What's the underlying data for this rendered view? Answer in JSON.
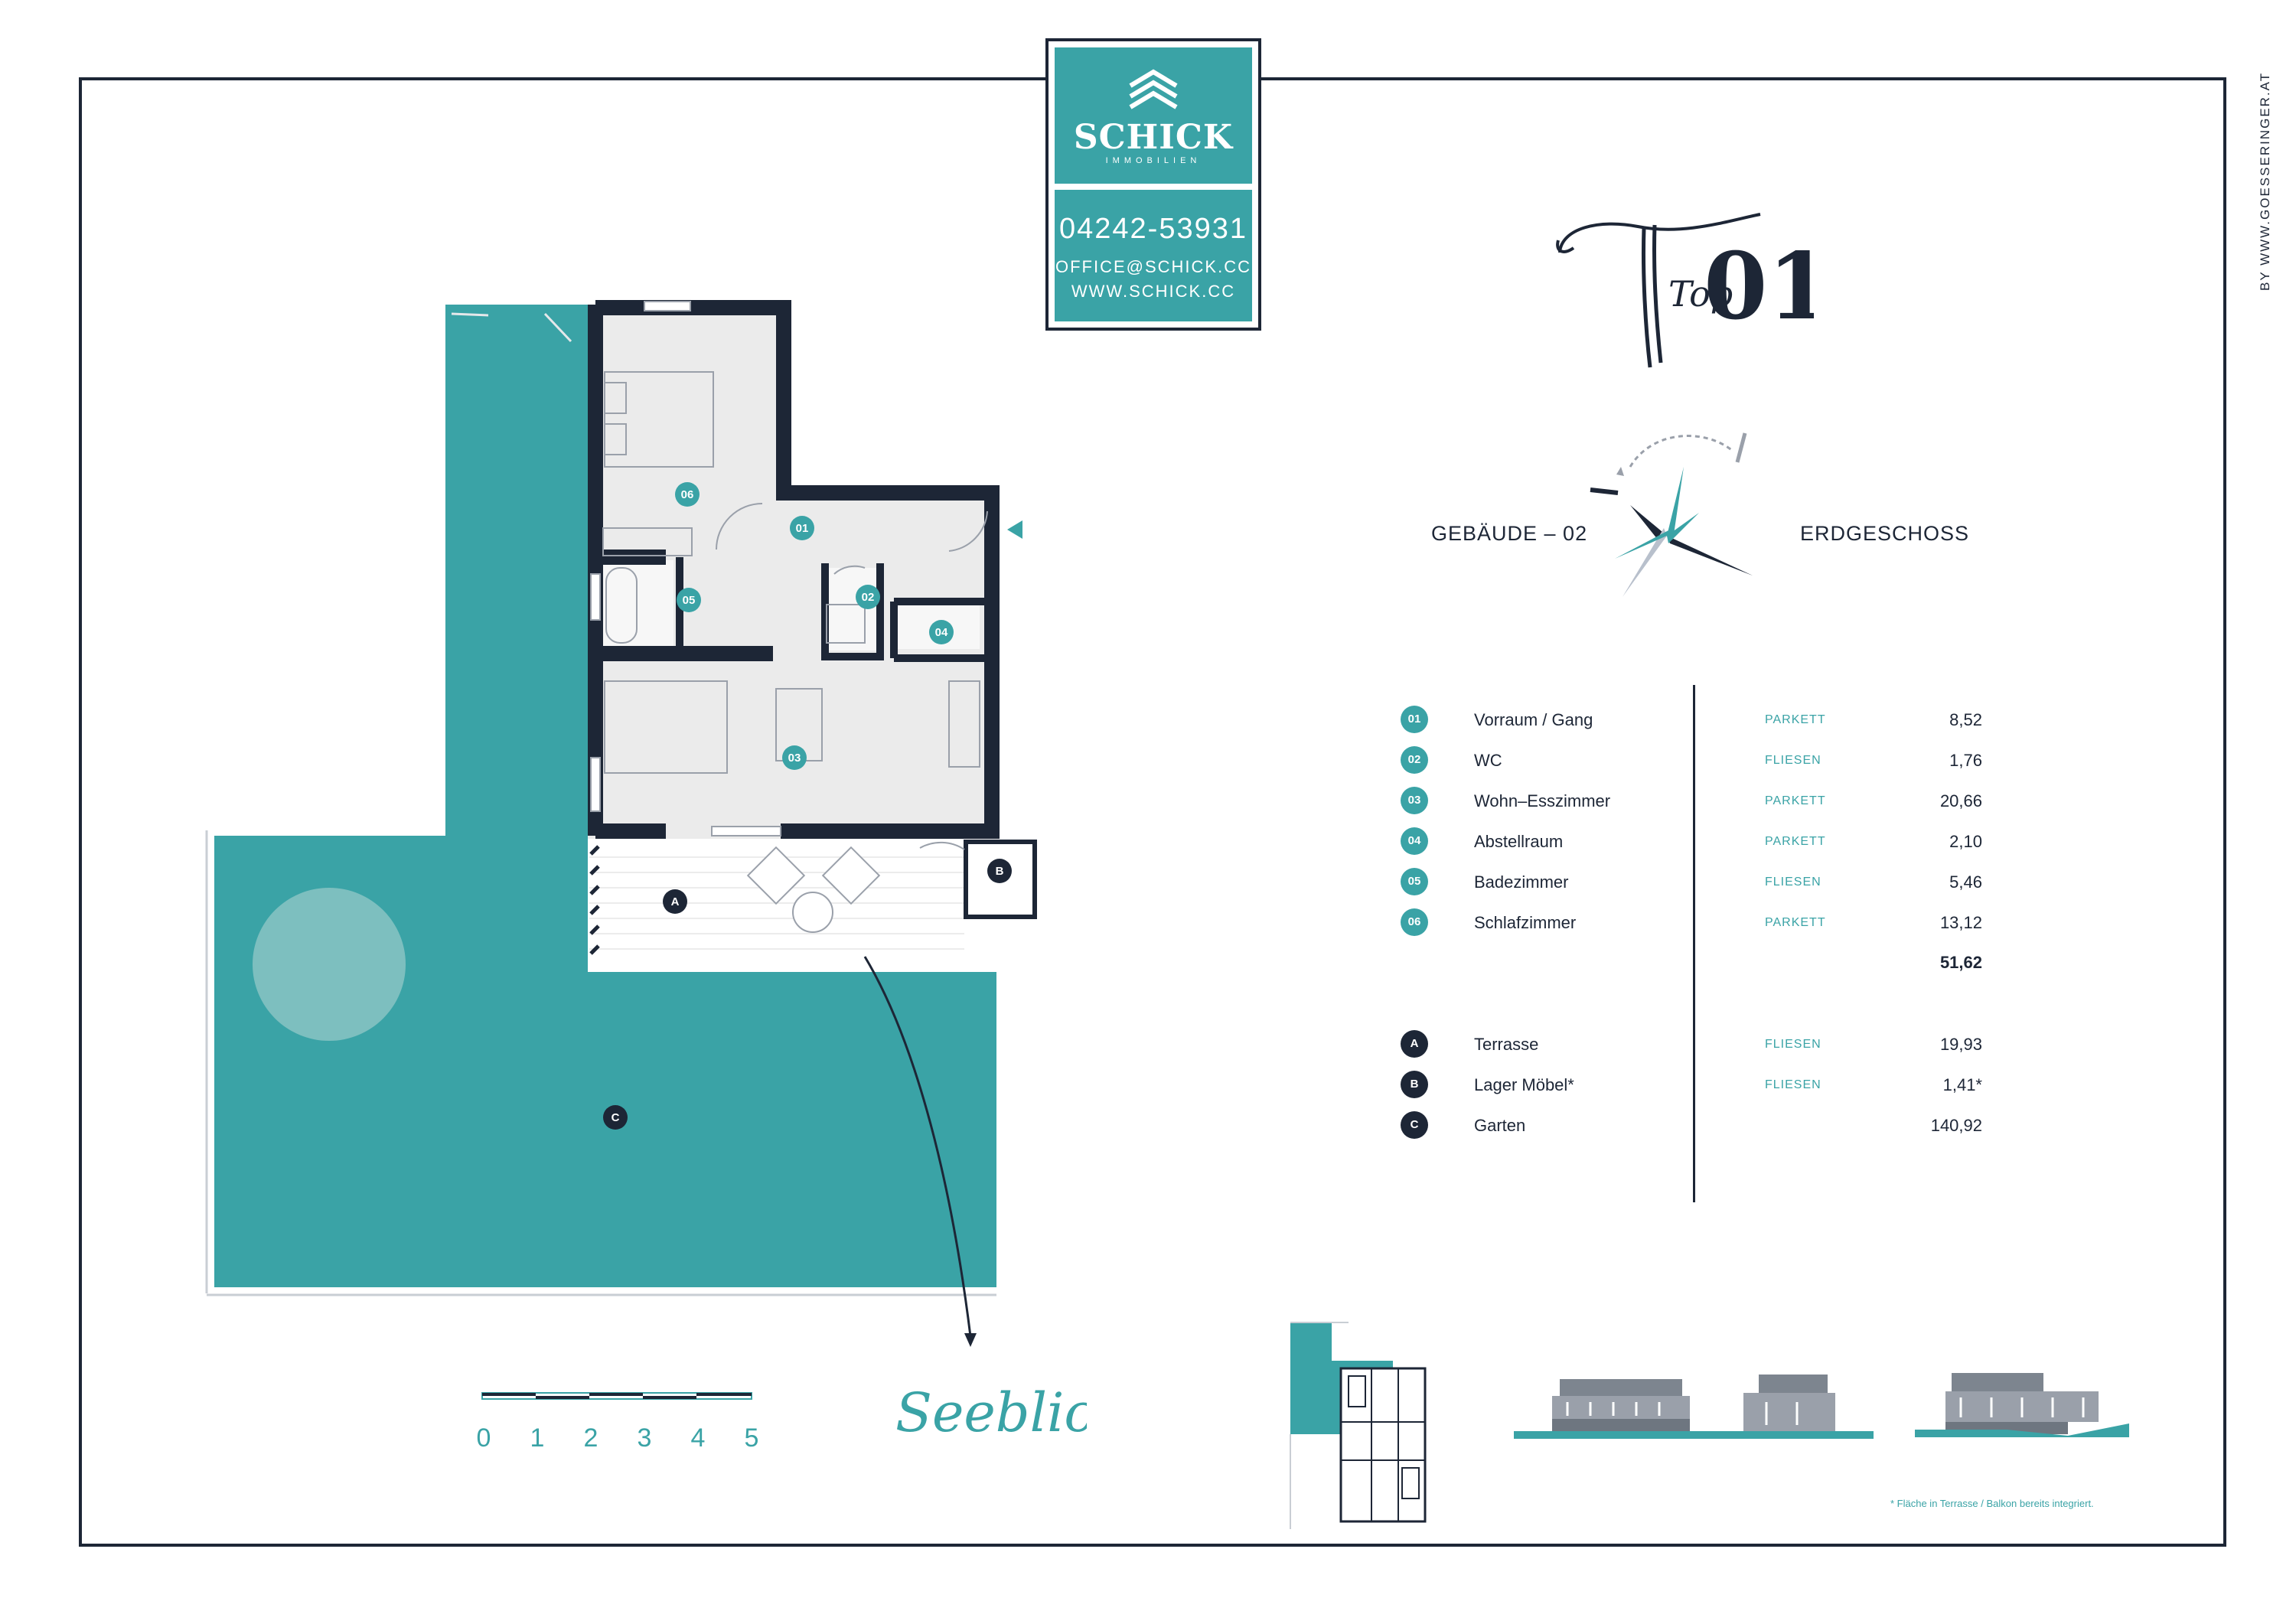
{
  "company": {
    "name": "SCHICK",
    "subtitle": "IMMOBILIEN",
    "phone": "04242-53931",
    "email": "OFFICE@SCHICK.CC",
    "web": "WWW.SCHICK.CC"
  },
  "credit": "BY WWW.GOESSERINGER.AT",
  "unit": {
    "title": "Top",
    "number": "01",
    "building": "GEBÄUDE – 02",
    "floor": "ERDGESCHOSS"
  },
  "rooms": [
    {
      "id": "01",
      "name": "Vorraum / Gang",
      "material": "PARKETT",
      "area": "8,52"
    },
    {
      "id": "02",
      "name": "WC",
      "material": "FLIESEN",
      "area": "1,76"
    },
    {
      "id": "03",
      "name": "Wohn–Esszimmer",
      "material": "PARKETT",
      "area": "20,66"
    },
    {
      "id": "04",
      "name": "Abstellraum",
      "material": "PARKETT",
      "area": "2,10"
    },
    {
      "id": "05",
      "name": "Badezimmer",
      "material": "FLIESEN",
      "area": "5,46"
    },
    {
      "id": "06",
      "name": "Schlafzimmer",
      "material": "PARKETT",
      "area": "13,12"
    }
  ],
  "total_area": "51,62",
  "outdoor": [
    {
      "id": "A",
      "name": "Terrasse",
      "material": "FLIESEN",
      "area": "19,93"
    },
    {
      "id": "B",
      "name": "Lager Möbel*",
      "material": "FLIESEN",
      "area": "1,41*"
    },
    {
      "id": "C",
      "name": "Garten",
      "material": "",
      "area": "140,92"
    }
  ],
  "footnote": "* Fläche in Terrasse / Balkon bereits integriert.",
  "scale_labels": [
    "0",
    "1",
    "2",
    "3",
    "4",
    "5"
  ],
  "view_label": "Seeblick",
  "colors": {
    "teal": "#3aa3a6",
    "navy": "#1d2636",
    "room_fill": "#ebebeb"
  }
}
